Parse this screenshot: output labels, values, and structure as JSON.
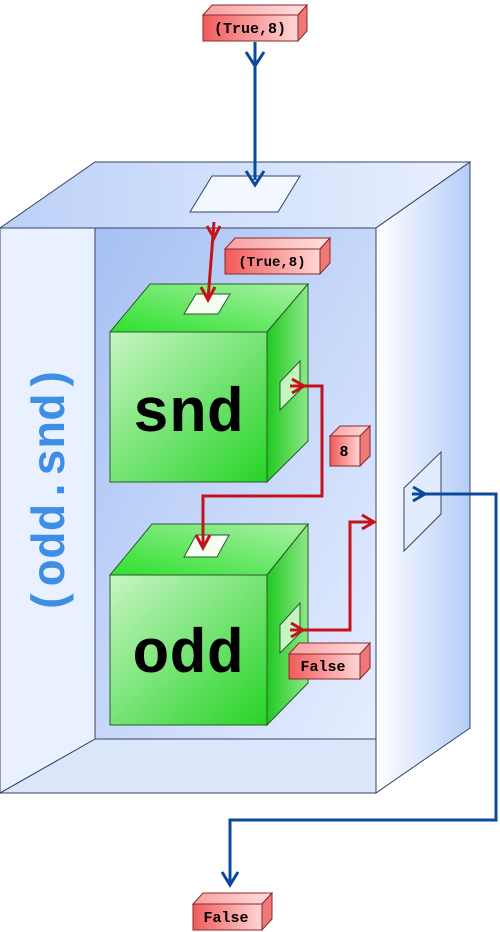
{
  "composite_label": "(odd.snd)",
  "functions": {
    "first": {
      "name": "snd"
    },
    "second": {
      "name": "odd"
    }
  },
  "values": {
    "input_outer": "(True,8)",
    "input_inner": "(True,8)",
    "intermediate": "8",
    "output_inner": "False",
    "output_outer": "False"
  },
  "colors": {
    "outer_flow": "#0b4a9a",
    "inner_flow": "#c4141b",
    "box_light": "#e8f0ff",
    "box_blue": "#a9c4f5",
    "cube_green": "#33e033",
    "tag_red": "#f46f6f",
    "label_blue": "#3f8ee6"
  }
}
